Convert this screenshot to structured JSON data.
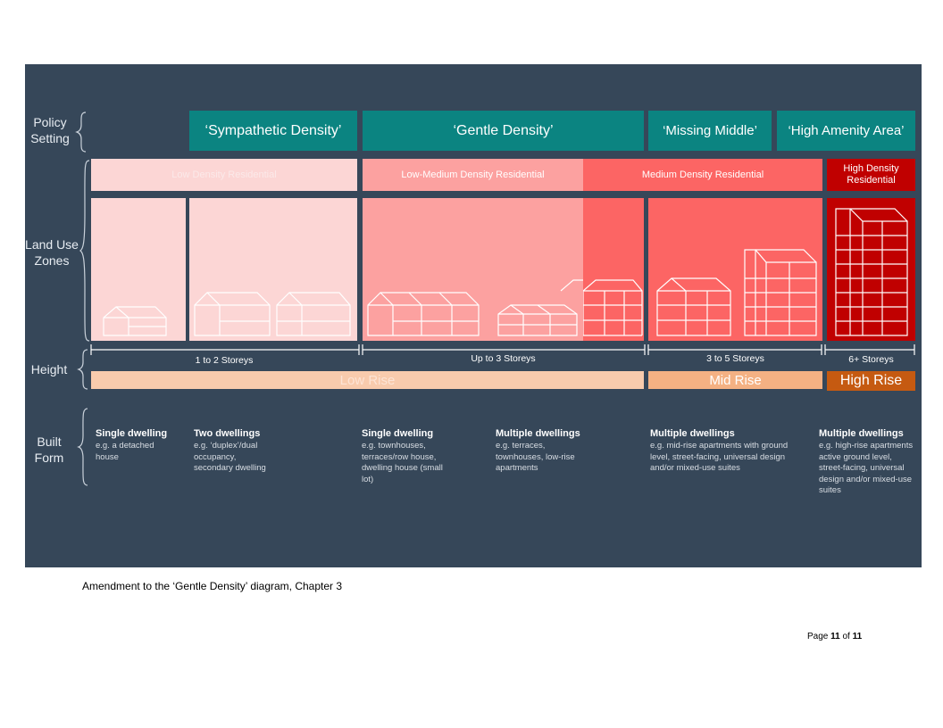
{
  "row_labels": {
    "policy": [
      "Policy",
      "Setting"
    ],
    "land_use": [
      "Land Use",
      "Zones"
    ],
    "height": "Height",
    "built_form": [
      "Built",
      "Form"
    ]
  },
  "policy_settings": [
    "‘Sympathetic Density’",
    "‘Gentle Density’",
    "‘Missing Middle’",
    "‘High Amenity Area’"
  ],
  "zones": {
    "low": "Low Density Residential",
    "low_medium": "Low-Medium  Density Residential",
    "medium": "Medium Density Residential",
    "high": [
      "High Density",
      "Residential"
    ]
  },
  "storeys": [
    "1 to 2 Storeys",
    "Up to 3 Storeys",
    "3 to 5 Storeys",
    "6+ Storeys"
  ],
  "rise": {
    "low": "Low Rise",
    "mid": "Mid Rise",
    "high": "High Rise"
  },
  "built_form": [
    {
      "title": "Single dwelling",
      "desc": [
        "e.g. a detached",
        "house"
      ]
    },
    {
      "title": "Two dwellings",
      "desc": [
        "e.g. ‘duplex’/dual",
        "occupancy,",
        "secondary dwelling"
      ]
    },
    {
      "title": "Single dwelling",
      "desc": [
        "e.g. townhouses,",
        "terraces/row house,",
        "dwelling house (small",
        "lot)"
      ]
    },
    {
      "title": "Multiple dwellings",
      "desc": [
        "e.g. terraces,",
        "townhouses, low-rise",
        "apartments"
      ]
    },
    {
      "title": "Multiple dwellings",
      "desc": [
        "e.g. mid-rise apartments with ground",
        "level, street-facing, universal design",
        "and/or mixed-use suites"
      ]
    },
    {
      "title": "Multiple dwellings",
      "desc": [
        "e.g. high-rise apartments",
        "active ground level,",
        "street-facing, universal",
        "design and/or mixed-use",
        "suites"
      ]
    }
  ],
  "caption": "Amendment to the ‘Gentle Density’ diagram, Chapter 3",
  "page": {
    "prefix": "Page ",
    "current": "11",
    "sep": " of ",
    "total": "11"
  },
  "colors": {
    "panel": "#364759",
    "teal": "#0b8481",
    "low_pink": "#fcd6d5",
    "low_medium_pink": "#fca1a0",
    "medium_red": "#fc6564",
    "high_red": "#c00000",
    "low_rise": "#f8cbad",
    "mid_rise": "#f4b183",
    "high_rise": "#c55a11"
  },
  "icons": [
    "house-outline-icon",
    "apartment-outline-icon",
    "tower-outline-icon",
    "bracket-icon",
    "dimension-arrow-icon"
  ]
}
